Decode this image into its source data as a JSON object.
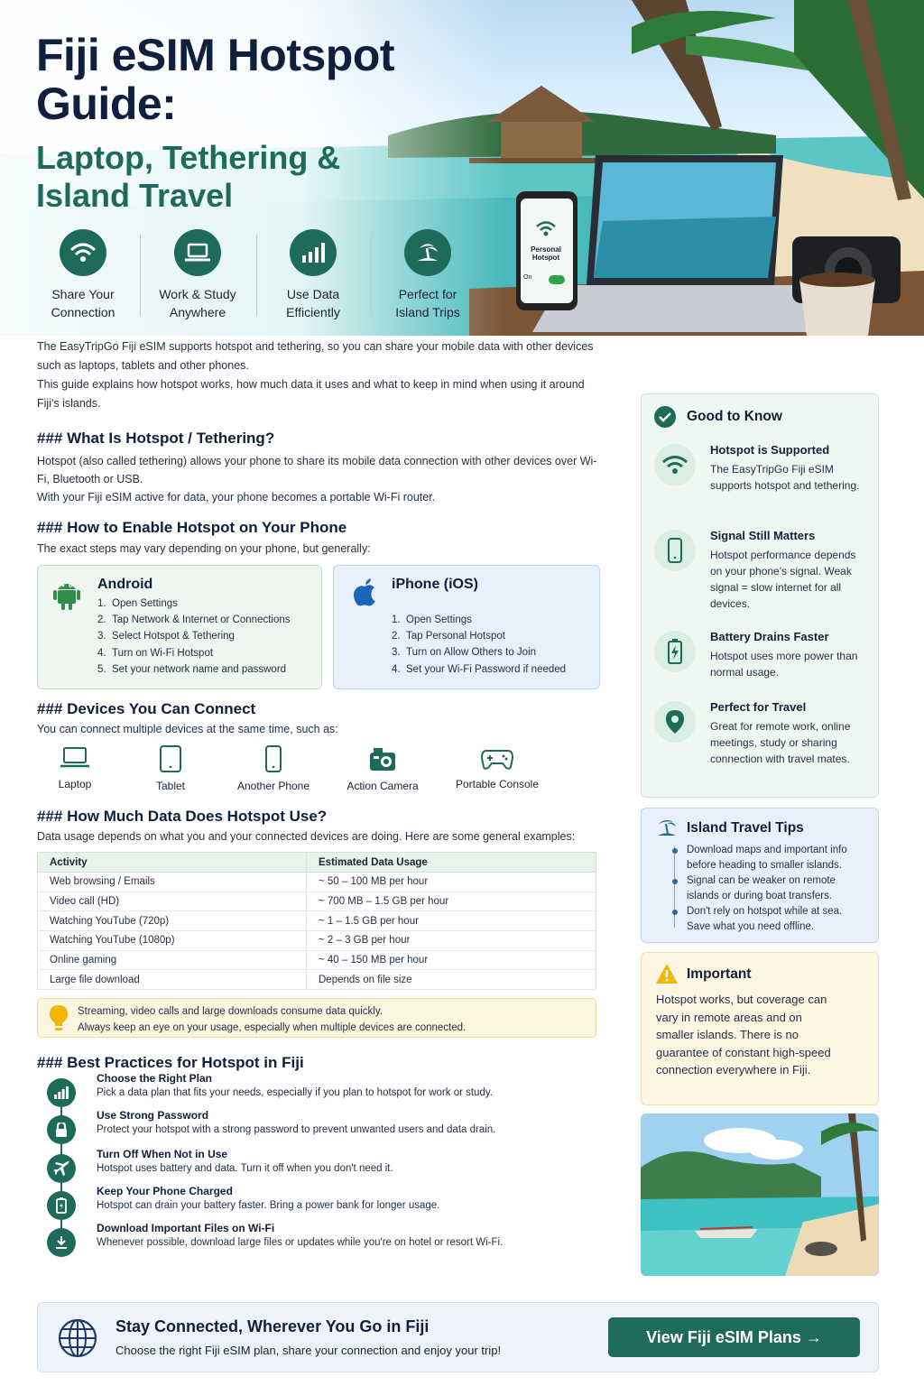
{
  "hero": {
    "title": "Fiji eSIM Hotspot Guide:",
    "subtitle": "Laptop, Tethering & Island Travel",
    "features": [
      {
        "label_1": "Share Your",
        "label_2": "Connection",
        "icon": "wifi-icon"
      },
      {
        "label_1": "Work & Study",
        "label_2": "Anywhere",
        "icon": "laptop-icon"
      },
      {
        "label_1": "Use Data",
        "label_2": "Efficiently",
        "icon": "bar-chart-icon"
      },
      {
        "label_1": "Perfect for",
        "label_2": "Island Trips",
        "icon": "island-icon"
      }
    ],
    "phone_label": "Personal Hotspot",
    "phone_toggle": "On"
  },
  "intro": {
    "p1": "The EasyTripGo Fiji eSIM supports hotspot and tethering, so you can share your mobile data with other devices such as laptops, tablets and other phones.",
    "p2": "This guide explains how hotspot works, how much data it uses and what to keep in mind when using it around Fiji's islands."
  },
  "what": {
    "heading": "### What Is Hotspot / Tethering?",
    "p1": "Hotspot (also called tethering) allows your phone to share its mobile data connection with other devices over Wi-Fi, Bluetooth or USB.",
    "p2": "With your Fiji eSIM active for data, your phone becomes a portable Wi-Fi router."
  },
  "enable": {
    "heading": "### How to Enable Hotspot on Your Phone",
    "sub": "The exact steps may vary depending on your phone, but generally:",
    "android": {
      "title": "Android",
      "steps": [
        "Open Settings",
        "Tap Network & Internet or Connections",
        "Select Hotspot & Tethering",
        "Turn on Wi-Fi Hotspot",
        "Set your network name and password"
      ]
    },
    "ios": {
      "title": "iPhone (iOS)",
      "steps": [
        "Open Settings",
        "Tap Personal Hotspot",
        "Turn on Allow Others to Join",
        "Set your Wi-Fi Password if needed"
      ]
    }
  },
  "devices": {
    "heading": "### Devices You Can Connect",
    "sub": "You can connect multiple devices at the same time, such as:",
    "items": [
      {
        "label": "Laptop",
        "icon": "laptop-icon"
      },
      {
        "label": "Tablet",
        "icon": "tablet-icon"
      },
      {
        "label": "Another Phone",
        "icon": "phone-icon"
      },
      {
        "label": "Action Camera",
        "icon": "camera-icon"
      },
      {
        "label": "Portable Console",
        "icon": "gamepad-icon"
      }
    ]
  },
  "usage": {
    "heading": "### How Much Data Does Hotspot Use?",
    "sub": "Data usage depends on what you and your connected devices are doing. Here are some general examples:",
    "col1": "Activity",
    "col2": "Estimated Data Usage",
    "rows": [
      [
        "Web browsing / Emails",
        "~ 50 – 100 MB per hour"
      ],
      [
        "Video call (HD)",
        "~ 700 MB – 1.5 GB per hour"
      ],
      [
        "Watching YouTube (720p)",
        "~ 1 – 1.5 GB per hour"
      ],
      [
        "Watching YouTube (1080p)",
        "~ 2 – 3 GB per hour"
      ],
      [
        "Online gaming",
        "~ 40 – 150 MB per hour"
      ],
      [
        "Large file download",
        "Depends on file size"
      ]
    ],
    "note1": "Streaming, video calls and large downloads consume data quickly.",
    "note2": "Always keep an eye on your usage, especially when multiple devices are connected."
  },
  "best": {
    "heading": "### Best Practices for Hotspot in Fiji",
    "items": [
      {
        "title": "Choose the Right Plan",
        "desc": "Pick a data plan that fits your needs, especially if you plan to hotspot for work or study.",
        "icon": "bar-chart-icon"
      },
      {
        "title": "Use Strong Password",
        "desc": "Protect your hotspot with a strong password to prevent unwanted users and data drain.",
        "icon": "lock-icon"
      },
      {
        "title": "Turn Off When Not in Use",
        "desc": "Hotspot uses battery and data. Turn it off when you don't need it.",
        "icon": "airplane-icon"
      },
      {
        "title": "Keep Your Phone Charged",
        "desc": "Hotspot can drain your battery faster. Bring a power bank for longer usage.",
        "icon": "battery-icon"
      },
      {
        "title": "Download Important Files on Wi-Fi",
        "desc": "Whenever possible, download large files or updates while you're on hotel or resort Wi-Fi.",
        "icon": "download-icon"
      }
    ]
  },
  "good": {
    "heading": "Good to Know",
    "items": [
      {
        "title": "Hotspot is Supported",
        "desc": "The EasyTripGo Fiji eSIM supports hotspot and tethering.",
        "icon": "wifi-icon"
      },
      {
        "title": "Signal Still Matters",
        "desc": "Hotspot performance depends on your phone's signal. Weak signal = slow internet for all devices.",
        "icon": "phone-icon"
      },
      {
        "title": "Battery Drains Faster",
        "desc": "Hotspot uses more power than normal usage.",
        "icon": "battery-icon"
      },
      {
        "title": "Perfect for Travel",
        "desc": "Great for remote work, online meetings, study or sharing connection with travel mates.",
        "icon": "location-pin-icon"
      }
    ]
  },
  "tips": {
    "heading": "Island Travel Tips",
    "items": [
      "Download maps and important info before heading to smaller islands.",
      "Signal can be weaker on remote islands or during boat transfers.",
      "Don't rely on hotspot while at sea. Save what you need offline."
    ]
  },
  "important": {
    "heading": "Important",
    "body": "Hotspot works, but coverage can vary in remote areas and on smaller islands. There is no guarantee of constant high-speed connection everywhere in Fiji."
  },
  "footer": {
    "title": "Stay Connected, Wherever You Go in Fiji",
    "desc": "Choose the right Fiji eSIM plan, share your connection and enjoy your trip!",
    "button": "View Fiji eSIM Plans →"
  },
  "colors": {
    "brand_green": "#1e6b5c",
    "navy": "#0f1f3d",
    "warning_yellow": "#f2b705"
  }
}
